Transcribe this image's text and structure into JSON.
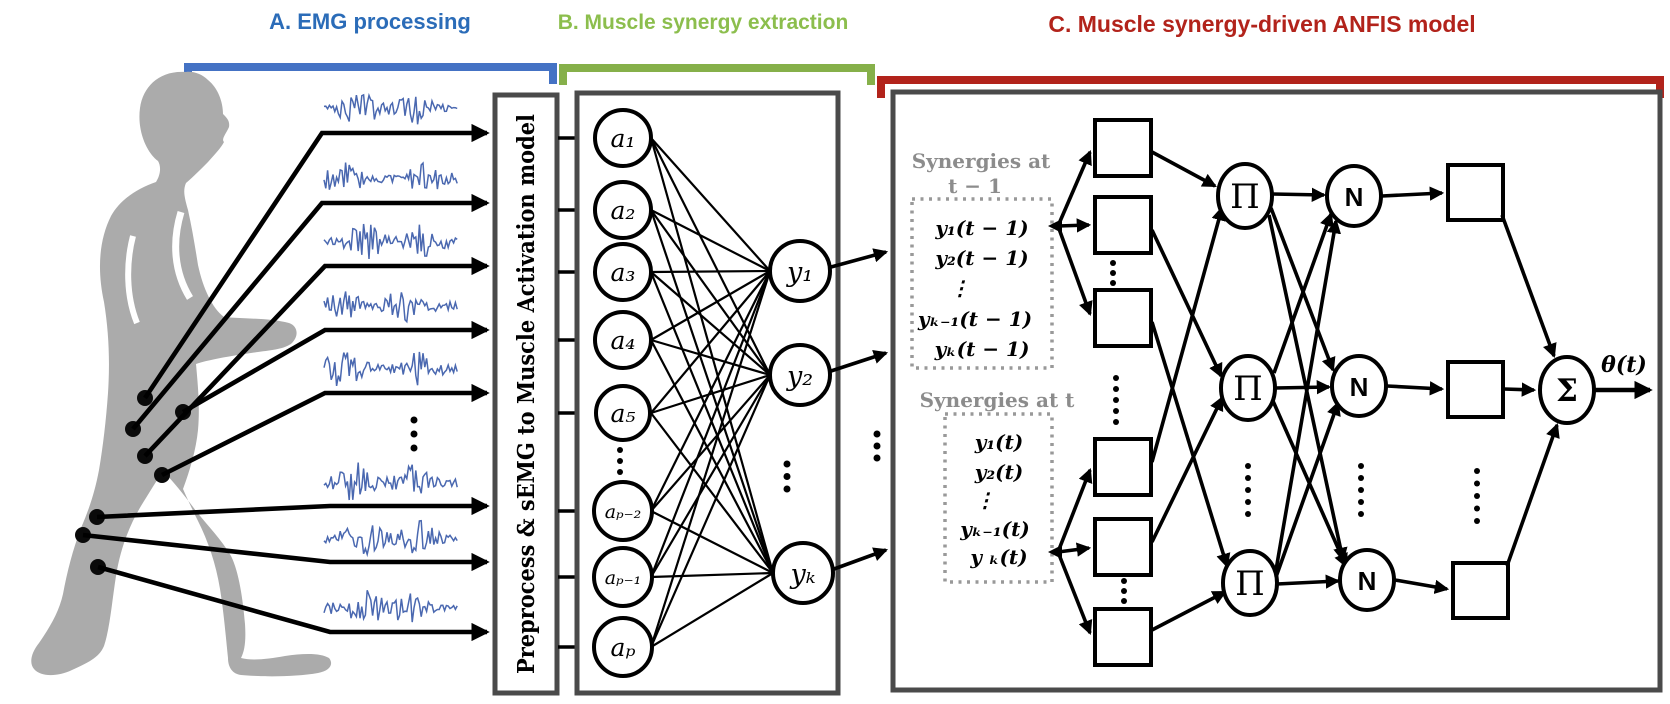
{
  "header": {
    "section_a": "A. EMG processing",
    "section_b": "B. Muscle synergy extraction",
    "section_c": "C. Muscle synergy-driven ANFIS model"
  },
  "colors": {
    "section_a_text": "#2b6cb8",
    "section_a_bracket": "#4472c4",
    "section_b_text": "#8cbe4d",
    "section_b_bracket": "#86b04a",
    "section_c_text": "#b2231b",
    "section_c_bracket": "#b2231b",
    "emg_signal": "#4a68b0",
    "silhouette": "#ababab",
    "box_border": "#4a4a4a",
    "dotted_box": "#999999",
    "synergy_title_gray": "#8c8c8c"
  },
  "emg": {
    "channels_shown": 8,
    "ellipsis": "⋮"
  },
  "preprocess": {
    "label": "Preprocess  &  sEMG  to  Muscle Activation  model"
  },
  "synergy": {
    "a_nodes": [
      "a₁",
      "a₂",
      "a₃",
      "a₄",
      "a₅",
      "aₚ₋₂",
      "aₚ₋₁",
      "aₚ"
    ],
    "y_nodes": [
      "y₁",
      "y₂",
      "yₖ"
    ],
    "ellipsis": "⋮"
  },
  "anfis": {
    "synergies_t_minus_1": {
      "title_line1": "Synergies at",
      "title_line2": "t − 1",
      "entries": [
        "y₁(t − 1)",
        "y₂(t − 1)",
        "⋮",
        "yₖ₋₁(t − 1)",
        "yₖ(t − 1)"
      ]
    },
    "synergies_t": {
      "title": "Synergies at t",
      "entries": [
        "y₁(t)",
        "y₂(t)",
        "⋮",
        "yₖ₋₁(t)",
        "y ₖ(t)"
      ]
    },
    "rule_node": "Π",
    "norm_node": "N",
    "sum_node": "Σ",
    "output": "θ(t)"
  }
}
